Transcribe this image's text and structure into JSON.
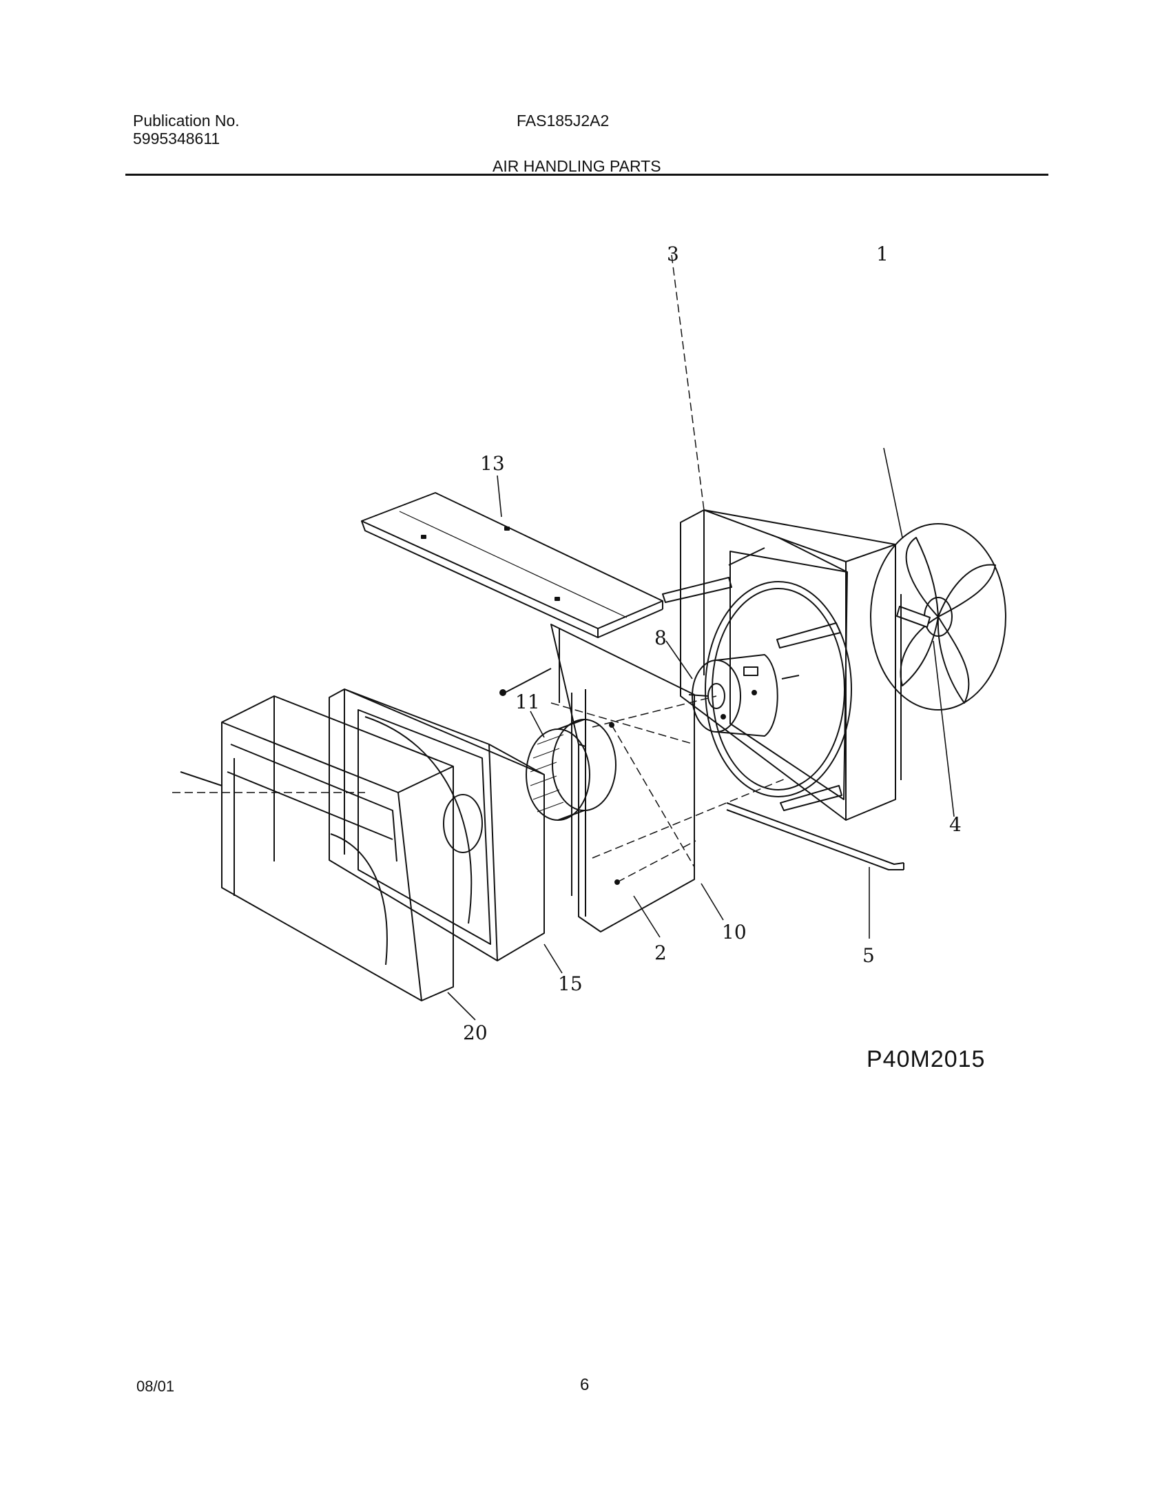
{
  "header": {
    "publication_label": "Publication No.",
    "publication_number": "5995348611",
    "model": "FAS185J2A2",
    "section_title": "AIR HANDLING PARTS"
  },
  "diagram": {
    "callouts": [
      "13",
      "3",
      "1",
      "8",
      "11",
      "4",
      "10",
      "2",
      "5",
      "15",
      "20"
    ],
    "drawing_code": "P40M2015"
  },
  "footer": {
    "date": "08/01",
    "page": "6"
  }
}
